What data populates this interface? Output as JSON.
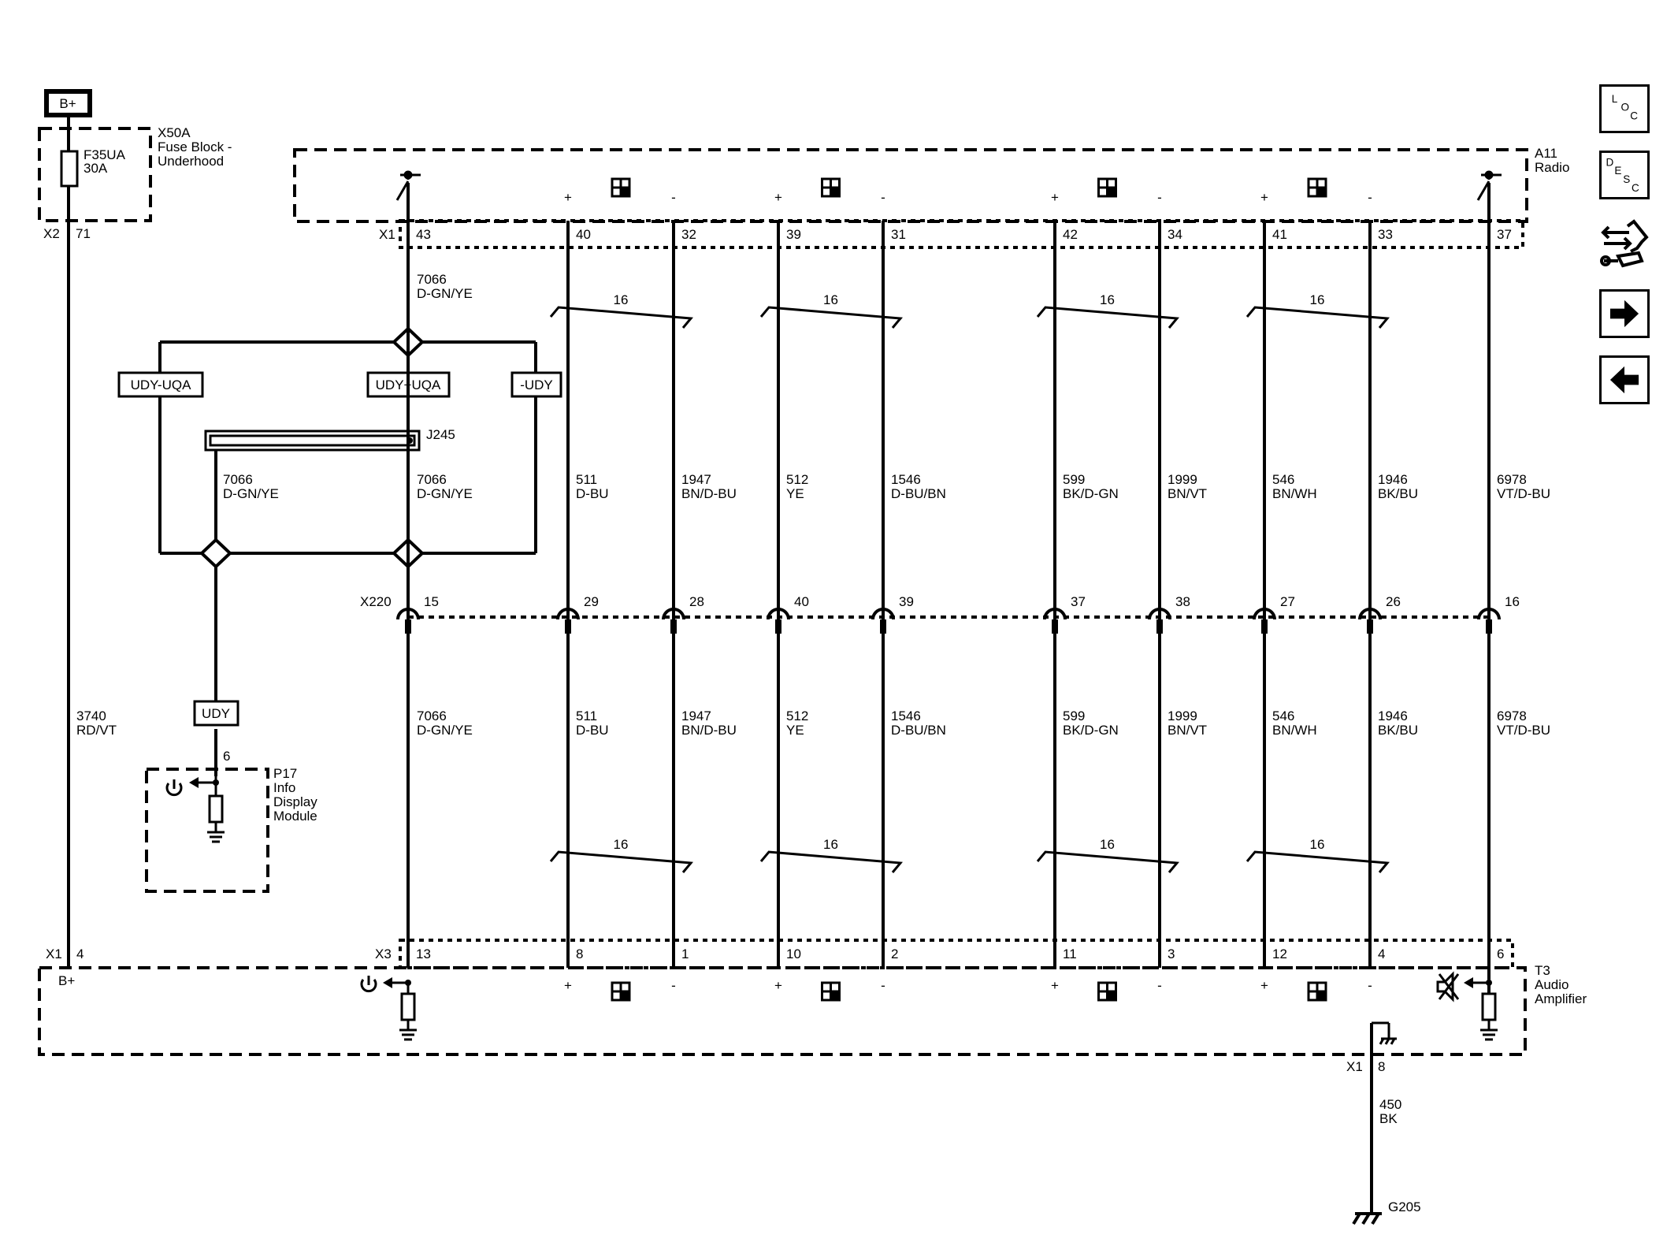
{
  "power": {
    "label": "B+"
  },
  "fuse_block": {
    "name": "X50A",
    "desc_1": "Fuse Block -",
    "desc_2": "Underhood",
    "fuse_id": "F35UA",
    "fuse_rating": "30A",
    "connector": "X2",
    "pin": "71"
  },
  "radio": {
    "name": "A11",
    "desc": "Radio",
    "connector": "X1",
    "pins": [
      "43",
      "40",
      "32",
      "39",
      "31",
      "42",
      "34",
      "41",
      "33",
      "37"
    ]
  },
  "x220": {
    "label": "X220",
    "pins": [
      "15",
      "29",
      "28",
      "40",
      "39",
      "37",
      "38",
      "27",
      "26",
      "16"
    ]
  },
  "amplifier": {
    "name": "T3",
    "desc_1": "Audio",
    "desc_2": "Amplifier",
    "b_plus_connector": "X1",
    "b_plus_pin": "4",
    "b_plus_label": "B+",
    "connector": "X3",
    "pins": [
      "13",
      "8",
      "1",
      "10",
      "2",
      "11",
      "3",
      "12",
      "4",
      "6"
    ],
    "ground_connector": "X1",
    "ground_pin": "8"
  },
  "info_display": {
    "name": "P17",
    "desc_1": "Info",
    "desc_2": "Display",
    "desc_3": "Module",
    "pin": "6",
    "option": "UDY"
  },
  "options": {
    "left": "UDY-UQA",
    "center": "UDY+UQA",
    "right": "-UDY"
  },
  "splice": {
    "name": "J245"
  },
  "power_wire": {
    "circuit": "3740",
    "color": "RD/VT"
  },
  "enable_wire": {
    "circuit": "7066",
    "color": "D-GN/YE"
  },
  "twist": "16",
  "wires": [
    {
      "circuit": "511",
      "color": "D-BU"
    },
    {
      "circuit": "1947",
      "color": "BN/D-BU"
    },
    {
      "circuit": "512",
      "color": "YE"
    },
    {
      "circuit": "1546",
      "color": "D-BU/BN"
    },
    {
      "circuit": "599",
      "color": "BK/D-GN"
    },
    {
      "circuit": "1999",
      "color": "BN/VT"
    },
    {
      "circuit": "546",
      "color": "BN/WH"
    },
    {
      "circuit": "1946",
      "color": "BK/BU"
    },
    {
      "circuit": "6978",
      "color": "VT/D-BU"
    }
  ],
  "polarity": {
    "plus": "+",
    "minus": "-"
  },
  "ground_wire": {
    "circuit": "450",
    "color": "BK"
  },
  "ground": {
    "name": "G205"
  },
  "nav": {
    "loc": [
      "L",
      "O",
      "C"
    ],
    "desc": [
      "D",
      "E",
      "S",
      "C"
    ]
  }
}
